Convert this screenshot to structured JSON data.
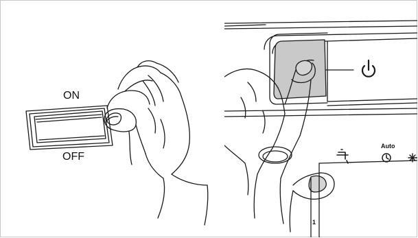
{
  "illustration": {
    "left": {
      "on_label": "ON",
      "off_label": "OFF",
      "device": "rocker-switch"
    },
    "right": {
      "auto_label": "Auto",
      "number_label": "1",
      "icons": [
        "power-icon",
        "tap-icon",
        "clock-icon",
        "snowflake-icon"
      ]
    }
  },
  "colors": {
    "outline": "#1a1a1a",
    "button_fill": "#c9c9c9",
    "nail_fill": "#d4d4d4",
    "frame": "#c8c8c8"
  }
}
